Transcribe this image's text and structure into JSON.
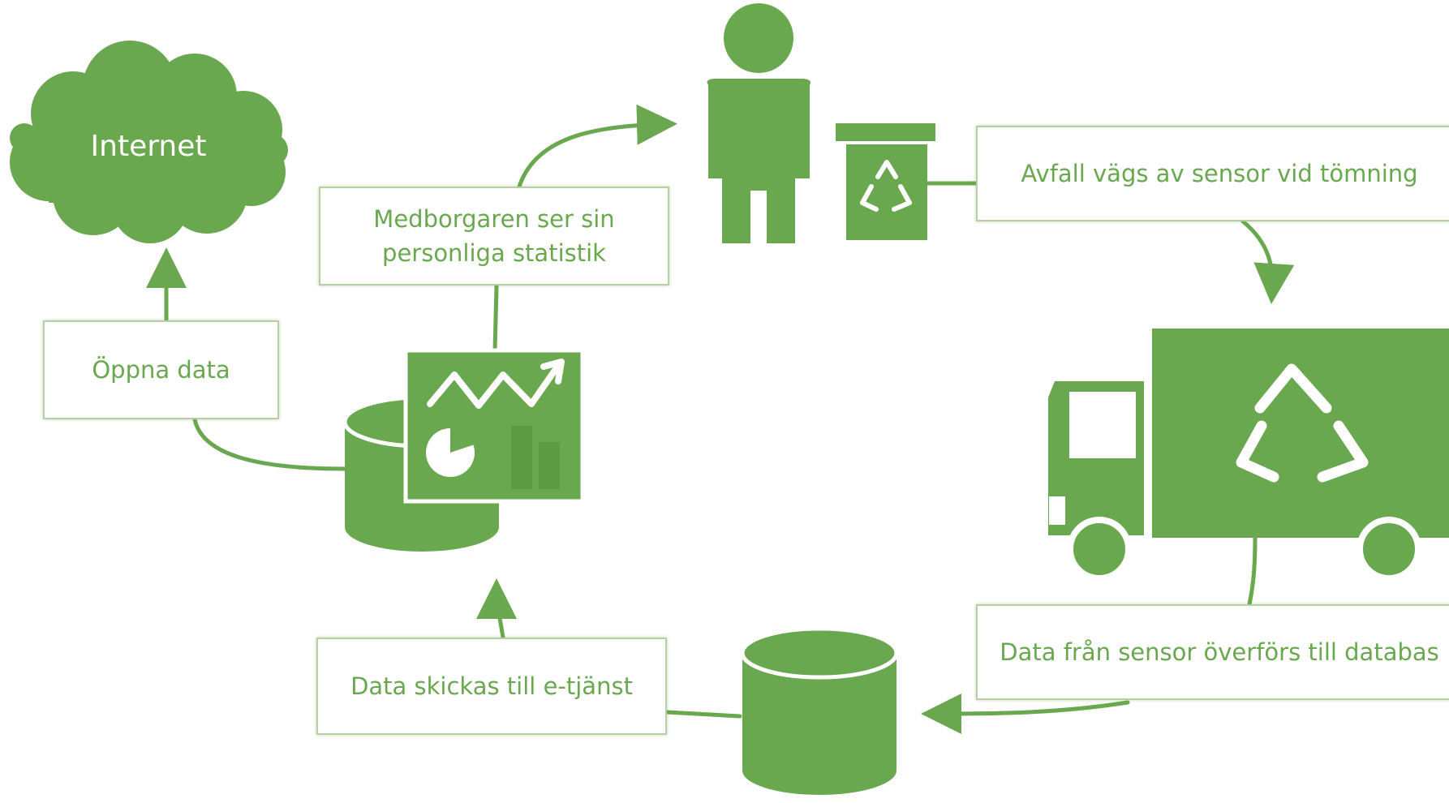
{
  "colors": {
    "accent": "#6aa84f",
    "box_border": "#b7cfa3",
    "background": "#ffffff"
  },
  "cloud": {
    "label": "Internet",
    "icon": "cloud-icon"
  },
  "steps": {
    "medborgaren": "Medborgaren ser sin personliga statistik",
    "oppna_data": "Öppna data",
    "avfall": "Avfall vägs av sensor vid tömning",
    "data_sensor": "Data från sensor överförs till databas",
    "eservice": "Data skickas till e-tjänst"
  },
  "icons": {
    "person": "person-icon",
    "bin": "recycling-bin-icon",
    "truck": "garbage-truck-icon",
    "database": "database-icon",
    "analytics": "analytics-database-icon"
  }
}
